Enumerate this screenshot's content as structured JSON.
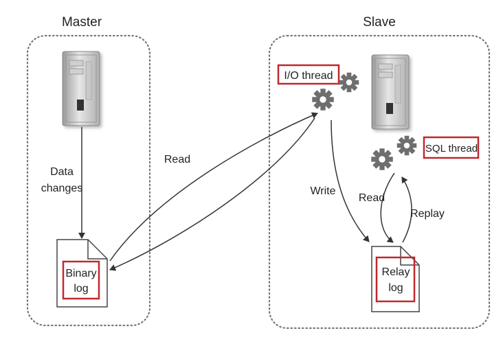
{
  "master": {
    "title": "Master",
    "data_changes_line1": "Data",
    "data_changes_line2": "changes",
    "binary_log_line1": "Binary",
    "binary_log_line2": "log"
  },
  "slave": {
    "title": "Slave",
    "io_thread": "I/O thread",
    "sql_thread": "SQL thread",
    "relay_log_line1": "Relay",
    "relay_log_line2": "log"
  },
  "arrows": {
    "read_master": "Read",
    "write": "Write",
    "read_slave": "Read",
    "replay": "Replay"
  },
  "colors": {
    "highlight_box": "#c0282d",
    "dotted_border": "#777777",
    "arrow": "#333333"
  }
}
